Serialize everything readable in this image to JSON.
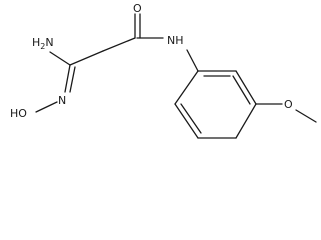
{
  "molecule": {
    "labels": {
      "amine": "H",
      "amine_sub": "2",
      "amine_n": "N",
      "hydroxy": "HO",
      "oxime_n": "N",
      "carbonyl_o": "O",
      "amide": "NH",
      "ether_o": "O"
    }
  }
}
